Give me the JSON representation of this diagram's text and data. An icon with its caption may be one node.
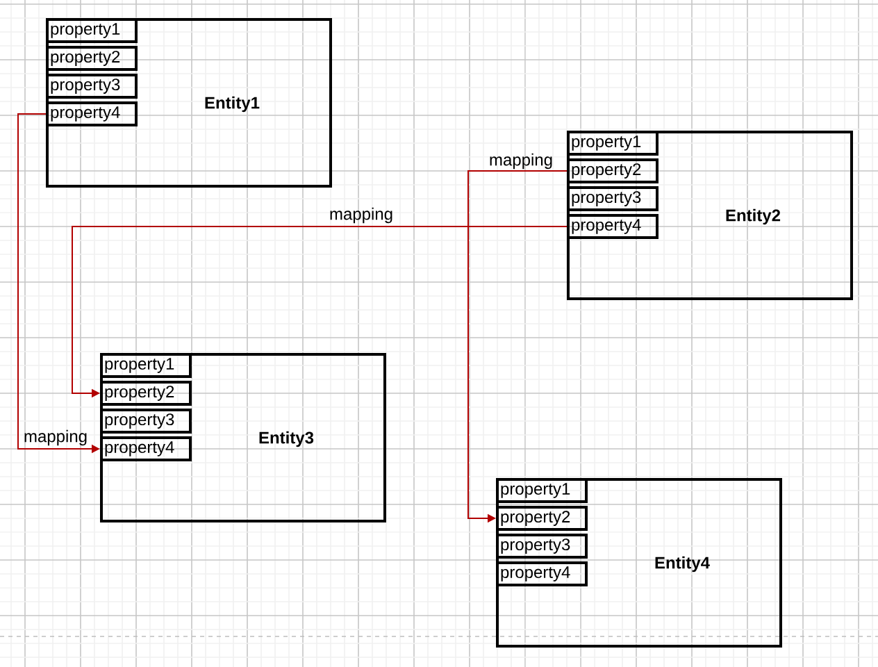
{
  "diagram": {
    "nodes": [
      {
        "text": [
          "Entity1"
        ]
      },
      {
        "text": [
          "property1"
        ],
        "in": 0
      },
      {
        "text": [
          "property2"
        ],
        "in": 0
      },
      {
        "text": [
          "property3"
        ],
        "in": 0
      },
      {
        "text": [
          "property4"
        ],
        "in": 0
      },
      {
        "text": [
          "Entity2"
        ]
      },
      {
        "text": [
          "property1"
        ],
        "in": 5
      },
      {
        "text": [
          "property2"
        ],
        "in": 5
      },
      {
        "text": [
          "property3"
        ],
        "in": 5
      },
      {
        "text": [
          "property4"
        ],
        "in": 5
      },
      {
        "text": [
          "Entity3"
        ]
      },
      {
        "text": [
          "property1"
        ],
        "in": 10
      },
      {
        "text": [
          "property2"
        ],
        "in": 10
      },
      {
        "text": [
          "property3"
        ],
        "in": 10
      },
      {
        "text": [
          "property4"
        ],
        "in": 10
      },
      {
        "text": [
          "Entity4"
        ]
      },
      {
        "text": [
          "property1"
        ],
        "in": 15
      },
      {
        "text": [
          "property2"
        ],
        "in": 15
      },
      {
        "text": [
          "property3"
        ],
        "in": 15
      },
      {
        "text": [
          "property4"
        ],
        "in": 15
      }
    ],
    "edges": [
      {
        "from": 4,
        "to": 14,
        "arrow": "to",
        "label": "mapping"
      },
      {
        "from": 9,
        "to": 12,
        "arrow": "to",
        "label": "mapping"
      },
      {
        "from": 7,
        "to": 17,
        "arrow": "to",
        "label": "mapping"
      }
    ]
  }
}
